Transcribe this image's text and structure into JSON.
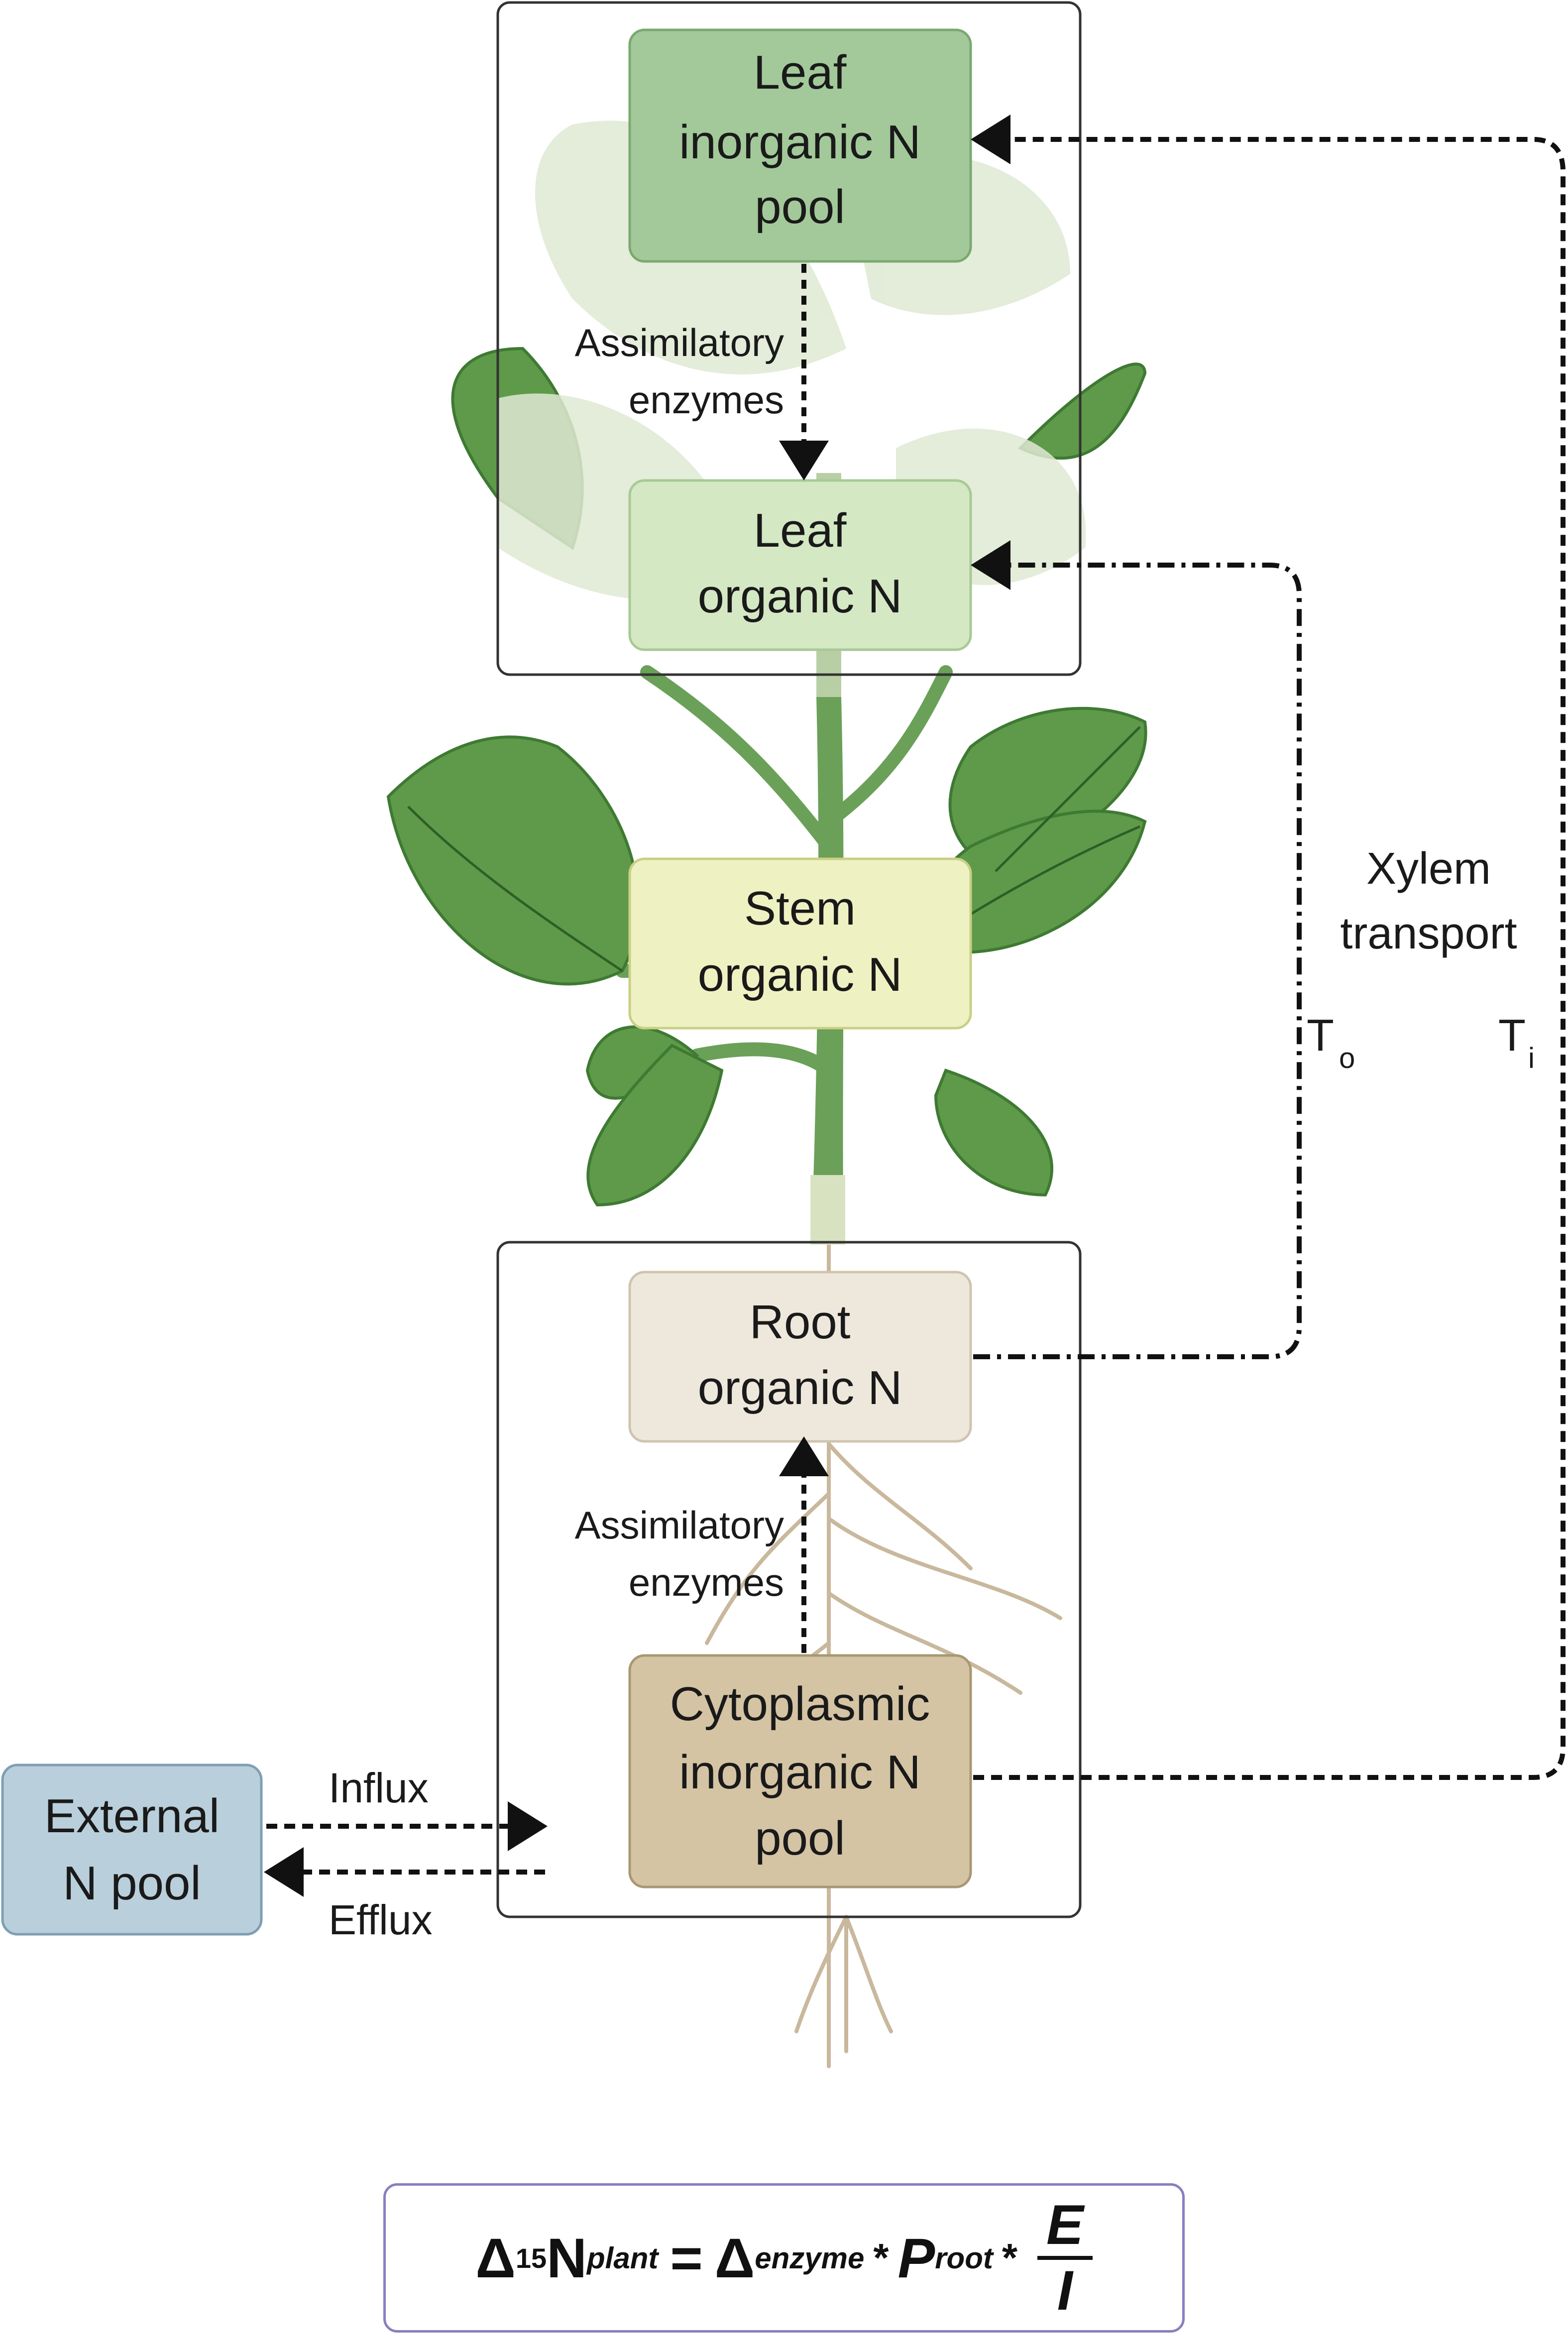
{
  "boxes": {
    "leaf_inorganic": {
      "lines": [
        "Leaf",
        "inorganic N",
        "pool"
      ],
      "color": "#a3c99a"
    },
    "leaf_organic": {
      "lines": [
        "Leaf",
        "organic N"
      ],
      "color": "#d4e8c4"
    },
    "stem_organic": {
      "lines": [
        "Stem",
        "organic N"
      ],
      "color": "#eef2c2"
    },
    "root_organic": {
      "lines": [
        "Root",
        "organic N"
      ],
      "color": "#eee8dc"
    },
    "cyto_inorganic": {
      "lines": [
        "Cytoplasmic",
        "inorganic N",
        "pool"
      ],
      "color": "#d4c4a4"
    },
    "external": {
      "lines": [
        "External",
        "N pool"
      ],
      "color": "#b9cfdb"
    }
  },
  "labels": {
    "assim_top": [
      "Assimilatory",
      "enzymes"
    ],
    "assim_bottom": [
      "Assimilatory",
      "enzymes"
    ],
    "influx": "Influx",
    "efflux": "Efflux",
    "xylem": [
      "Xylem",
      "transport"
    ],
    "t_o": "T",
    "t_o_sub": "o",
    "t_i": "T",
    "t_i_sub": "i"
  },
  "formula": {
    "delta": "Δ",
    "sup": "15",
    "n": "N",
    "plant_sub": "plant",
    "eq": "=",
    "delta2": "Δ",
    "enzyme_sub": "enzyme",
    "star": "*",
    "p": "P",
    "root_sub": "root",
    "num": "E",
    "den": "I"
  },
  "colors": {
    "leaf_green": "#5e9a4a",
    "leaf_dark": "#3f7a33",
    "stem_green": "#6aa058",
    "root_beige": "#c9b89c",
    "frame_border": "#333333",
    "formula_border": "#8a7fbf"
  }
}
